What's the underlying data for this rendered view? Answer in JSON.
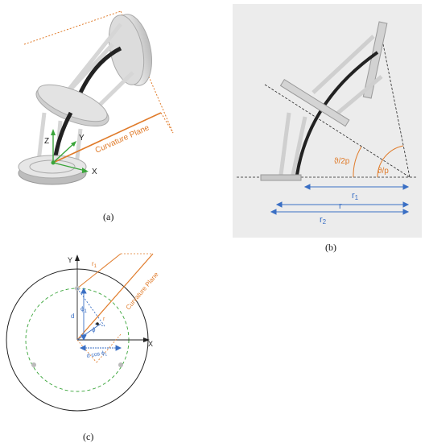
{
  "panel_a": {
    "caption": "(a)",
    "axis_z": "Z",
    "axis_y": "Y",
    "axis_x": "X",
    "curvature_plane": "Curvature Plane"
  },
  "panel_b": {
    "caption": "(b)",
    "angle_half": "ϑ/2p",
    "angle_full": "ϑ/p",
    "r1": "r",
    "r1_sub": "1",
    "r": "r",
    "r2": "r",
    "r2_sub": "2"
  },
  "panel_c": {
    "caption": "(c)",
    "axis_y": "Y",
    "axis_x": "X",
    "r1": "r",
    "r1_sub": "1",
    "curvature_plane": "Curvature Plane",
    "d": "d",
    "phi1": "ϕ",
    "phi1_sub": "1",
    "phi": "ϕ",
    "r_small": "r",
    "d_cos": "d cos ϕ",
    "d_cos_sub": "1"
  },
  "colors": {
    "accent_orange": "#e07b2a",
    "accent_blue": "#3a6fc4",
    "axis_green": "#3aa53a",
    "panel_b_bg": "#ececec"
  }
}
